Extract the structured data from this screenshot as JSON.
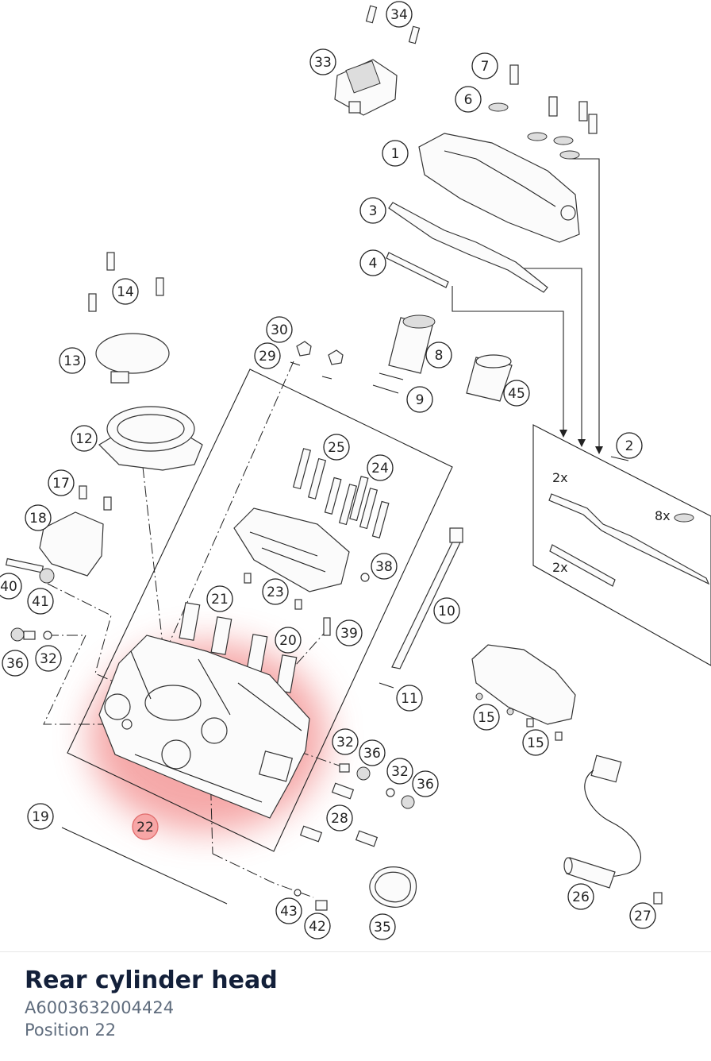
{
  "highlight_color": "#f28b8b",
  "callouts": [
    "1",
    "2",
    "3",
    "4",
    "6",
    "7",
    "8",
    "9",
    "10",
    "11",
    "12",
    "13",
    "14",
    "15",
    "17",
    "18",
    "19",
    "20",
    "21",
    "22",
    "23",
    "24",
    "25",
    "26",
    "27",
    "28",
    "29",
    "30",
    "32",
    "33",
    "34",
    "35",
    "36",
    "38",
    "39",
    "40",
    "41",
    "42",
    "43",
    "45"
  ],
  "kit_quantities": {
    "gasket_large": "2x",
    "seal_small": "8x",
    "gasket_small": "2x"
  },
  "selected": {
    "callout": "22",
    "title": "Rear cylinder head",
    "part_number": "A6003632004424",
    "position_label": "Position 22"
  }
}
